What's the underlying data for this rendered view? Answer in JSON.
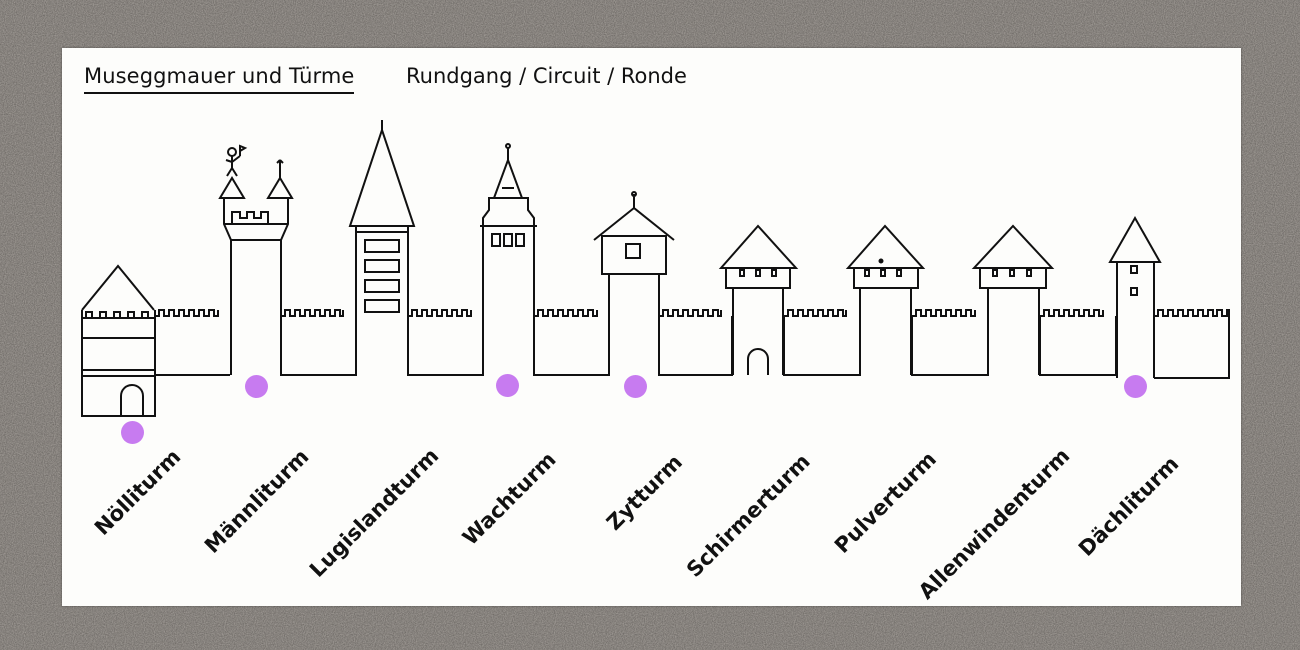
{
  "title": "Museggmauer und Türme",
  "subtitle": "Rundgang / Circuit / Ronde",
  "colors": {
    "marker": "#c77bf0",
    "ink": "#111111",
    "panel": "#fdfdfb"
  },
  "towers": [
    {
      "name": "Nölliturm",
      "on_circuit": true
    },
    {
      "name": "Männliturm",
      "on_circuit": true
    },
    {
      "name": "Lugislandturm",
      "on_circuit": false
    },
    {
      "name": "Wachturm",
      "on_circuit": true
    },
    {
      "name": "Zytturm",
      "on_circuit": true
    },
    {
      "name": "Schirmerturm",
      "on_circuit": false
    },
    {
      "name": "Pulverturm",
      "on_circuit": false
    },
    {
      "name": "Allenwindenturm",
      "on_circuit": false
    },
    {
      "name": "Dächliturm",
      "on_circuit": true
    }
  ]
}
